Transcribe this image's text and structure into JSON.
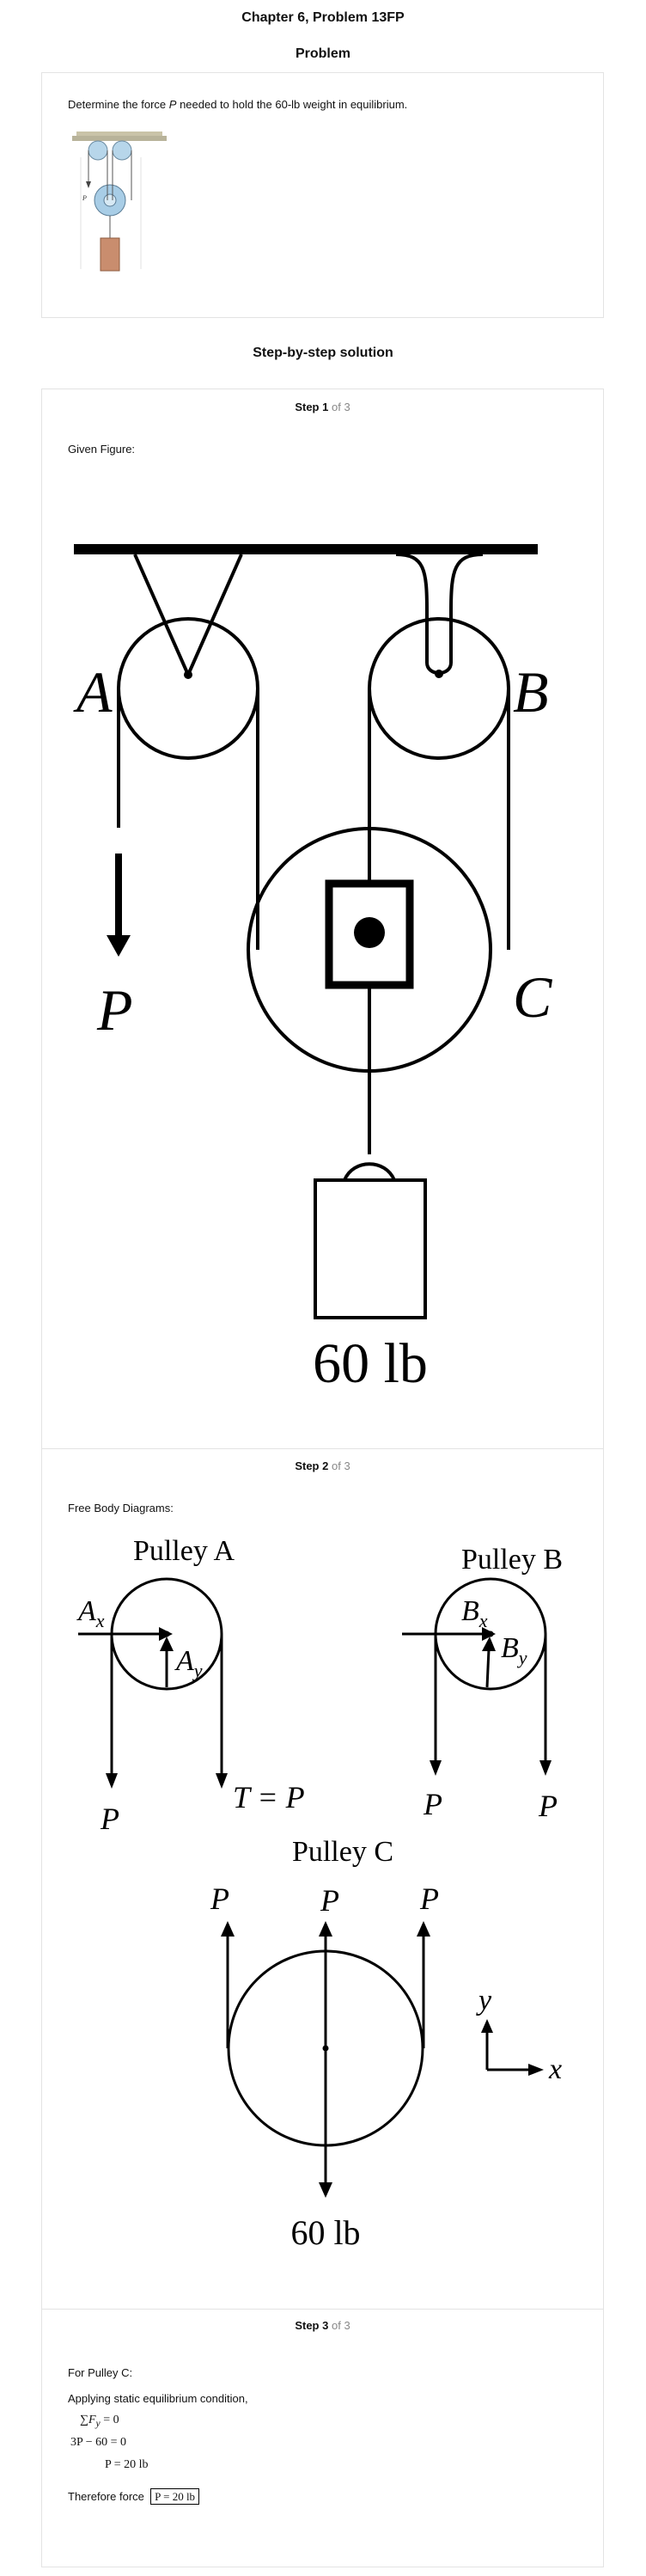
{
  "header": {
    "chapter_title": "Chapter 6, Problem 13FP",
    "problem_heading": "Problem",
    "solution_heading": "Step-by-step solution"
  },
  "problem": {
    "text_before": "Determine the force ",
    "variable": "P",
    "text_after": " needed to hold the 60-lb weight in equilibrium."
  },
  "steps": [
    {
      "step_word": "Step",
      "number": "1",
      "of_total": "of 3",
      "caption": "Given Figure:"
    },
    {
      "step_word": "Step",
      "number": "2",
      "of_total": "of 3",
      "caption": "Free Body Diagrams:"
    },
    {
      "step_word": "Step",
      "number": "3",
      "of_total": "of 3",
      "caption": "For Pulley C:"
    }
  ],
  "given_figure": {
    "label_a": "A",
    "label_b": "B",
    "label_c": "C",
    "label_p": "P",
    "weight_label": "60 lb"
  },
  "fbd": {
    "pulley_a_title": "Pulley A",
    "pulley_b_title": "Pulley B",
    "pulley_c_title": "Pulley C",
    "ax": "A",
    "ax_sub": "x",
    "ay": "A",
    "ay_sub": "y",
    "bx": "B",
    "bx_sub": "x",
    "by": "B",
    "by_sub": "y",
    "t_eq_p": "T = P",
    "p": "P",
    "weight": "60 lb",
    "axis_x": "x",
    "axis_y": "y"
  },
  "step3": {
    "condition": "Applying static equilibrium condition,",
    "eq1": "∑F",
    "eq1_sub": "y",
    "eq1_rhs": " = 0",
    "eq2": "3P − 60 = 0",
    "eq3": "P = 20 lb",
    "therefore": "Therefore force",
    "answer": "P = 20 lb"
  }
}
